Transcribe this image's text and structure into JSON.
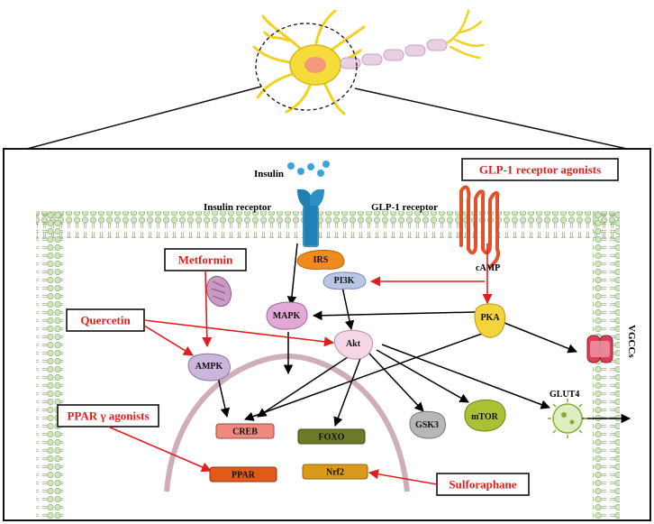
{
  "labels": {
    "insulin": "Insulin",
    "insulin_receptor": "Insulin receptor",
    "glp1_receptor": "GLP-1 receptor",
    "camp": "cAMP",
    "vgccs": "VGCCs",
    "glut4": "GLUT4"
  },
  "drugs": {
    "glp1_agonists": "GLP-1 receptor agonists",
    "metformin": "Metformin",
    "quercetin": "Quercetin",
    "ppar_agonists": "PPAR γ agonists",
    "sulforaphane": "Sulforaphane"
  },
  "kinases": {
    "irs": "IRS",
    "pi3k": "PI3K",
    "mapk": "MAPK",
    "pka": "PKA",
    "akt": "Akt",
    "ampk": "AMPK",
    "gsk3": "GSK3",
    "mtor": "mTOR"
  },
  "nuclear_factors": {
    "creb": "CREB",
    "foxo": "FOXO",
    "ppar": "PPAR",
    "nrf2": "Nrf2"
  },
  "colors": {
    "red": "#e11d1d",
    "membrane_head": "#cfe6b8",
    "irs": "#f08a1c",
    "pi3k": "#b8c6e4",
    "mapk": "#e2a8d6",
    "pka": "#f3d43a",
    "akt": "#f4d6e6",
    "ampk": "#cbb6dc",
    "gsk3": "#b7b7b7",
    "mtor": "#a9c234",
    "creb": "#f08a80",
    "foxo": "#6e7a2a",
    "ppar": "#e25a18",
    "nrf2": "#d99a1a",
    "receptor": "#1e7fb4",
    "glp1r": "#e0522c",
    "vgcc": "#d6405a"
  }
}
